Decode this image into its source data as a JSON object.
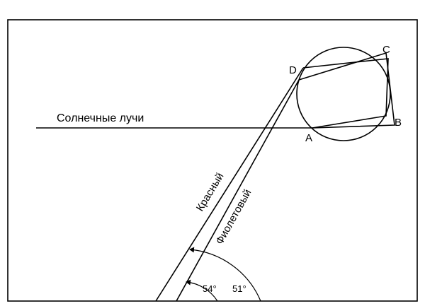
{
  "diagram": {
    "incoming_label": "Солнечные лучи",
    "red_label": "Красный",
    "violet_label": "Фиолетовый",
    "points": {
      "A": "A",
      "B": "B",
      "C": "C",
      "D": "D"
    },
    "angles": {
      "red": "54°",
      "violet": "51°"
    },
    "colors": {
      "ink": "#000000",
      "background": "#ffffff"
    }
  }
}
